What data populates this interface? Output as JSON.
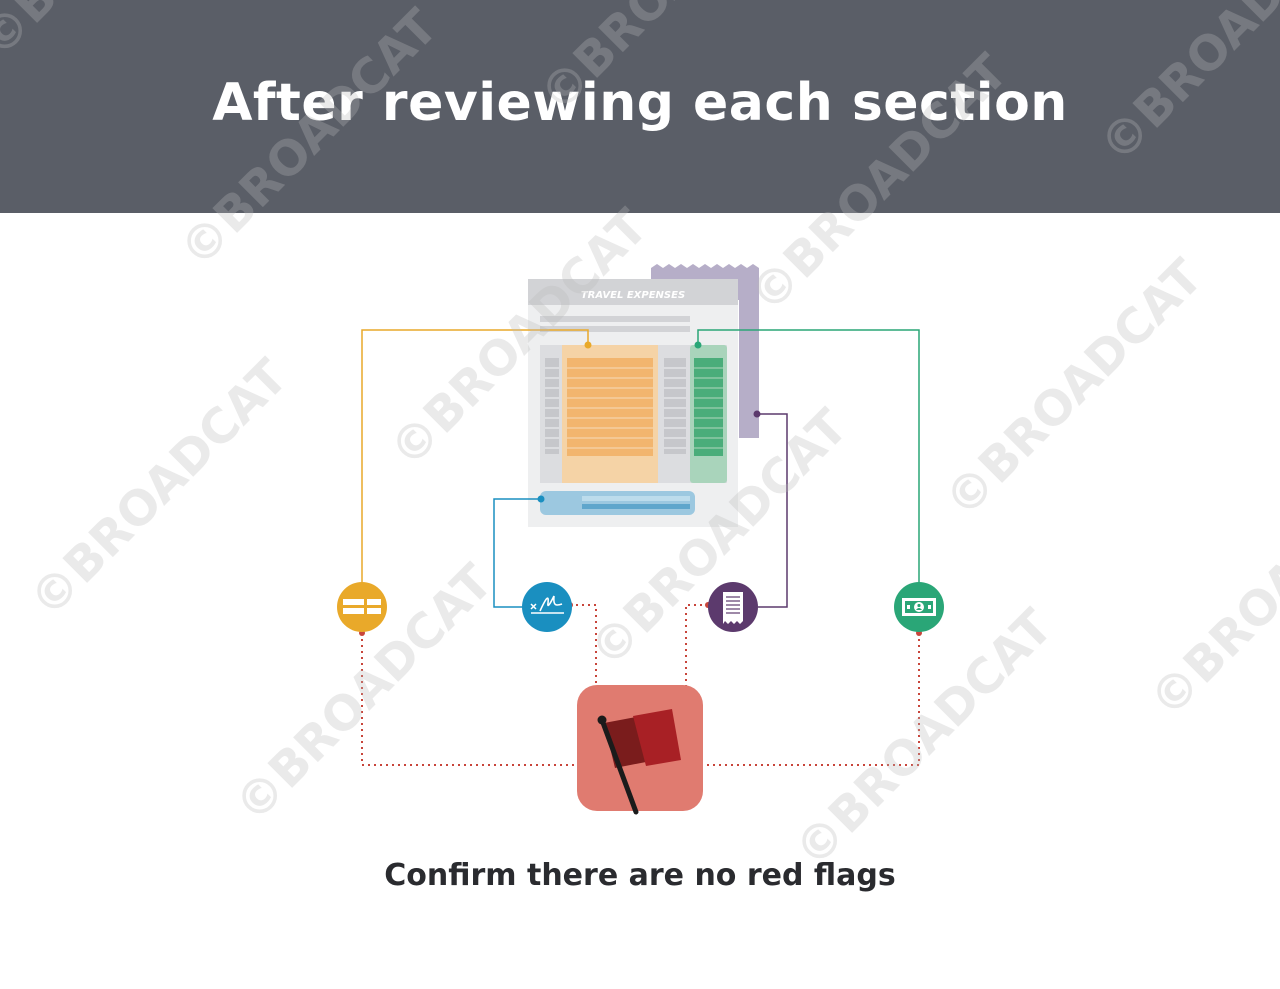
{
  "header": {
    "title": "After reviewing each section"
  },
  "document": {
    "heading": "TRAVEL EXPENSES"
  },
  "caption": "Confirm there are no red flags",
  "watermark": {
    "text": "©BROADCAT"
  },
  "icons": [
    {
      "name": "list-icon",
      "color": "#e9a92a"
    },
    {
      "name": "signature-icon",
      "color": "#1a8fc0"
    },
    {
      "name": "receipt-icon",
      "color": "#5c3a6d"
    },
    {
      "name": "cash-icon",
      "color": "#2aa677"
    },
    {
      "name": "red-flag-icon",
      "color": "#e07b70"
    }
  ],
  "colors": {
    "header_bg": "#5a5e67",
    "orange": "#e9a92a",
    "blue": "#1a8fc0",
    "purple": "#5c3a6d",
    "green": "#2aa677",
    "red_dotted": "#c8453b",
    "flag": "#a82025"
  }
}
